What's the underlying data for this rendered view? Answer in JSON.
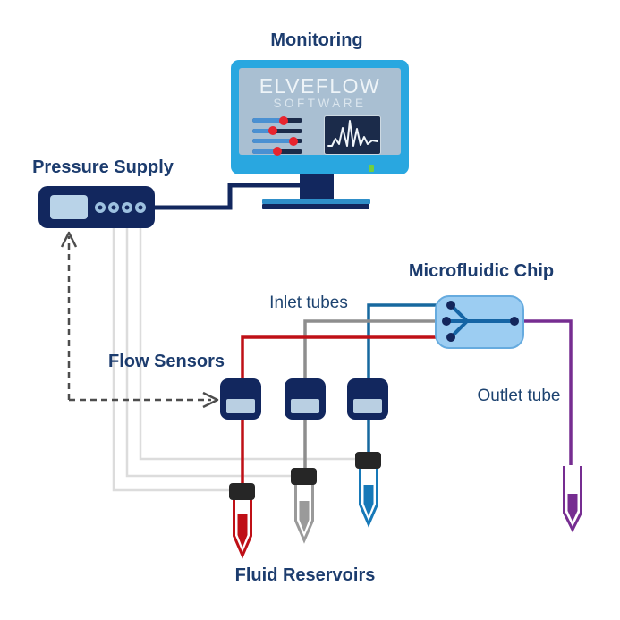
{
  "diagram": {
    "labels": {
      "monitoring": "Monitoring",
      "pressure_supply": "Pressure Supply",
      "microfluidic_chip": "Microfluidic Chip",
      "flow_sensors": "Flow Sensors",
      "fluid_reservoirs": "Fluid Reservoirs",
      "inlet_tubes": "Inlet tubes",
      "outlet_tube": "Outlet tube"
    },
    "monitor": {
      "screen_title": "ELVEFLOW",
      "screen_subtitle": "SOFTWARE",
      "slider_knob_percents": [
        62,
        41,
        82,
        50
      ]
    },
    "pressure_supply": {
      "port_count": 4
    },
    "flow_sensors": {
      "count": 3
    },
    "reservoirs": [
      {
        "name": "red-reservoir",
        "color": "#bf1017"
      },
      {
        "name": "gray-reservoir",
        "color": "#9a9a9a"
      },
      {
        "name": "blue-reservoir",
        "color": "#1779b8"
      }
    ],
    "outlet": {
      "color": "#762d91"
    },
    "colors": {
      "device_navy": "#12275e",
      "monitor_frame_blue": "#29a7e0",
      "monitor_screen_gray_blue": "#a9bfd2",
      "chip_fill": "#9ccdf2",
      "chip_border": "#66abdf",
      "chip_channel_blue": "#1565a5",
      "label_navy": "#1c3c6e",
      "led_green": "#72cf3f",
      "supply_line_gray": "#dcdcdc",
      "dashed_feedback_gray": "#4d4d4d",
      "slider_knob_red": "#e8242e",
      "inlet_red": "#bf1017",
      "inlet_gray": "#8e8e8e",
      "inlet_blue": "#17689f",
      "outlet_purple": "#762d91",
      "tube_cap_dark": "#262626"
    }
  }
}
